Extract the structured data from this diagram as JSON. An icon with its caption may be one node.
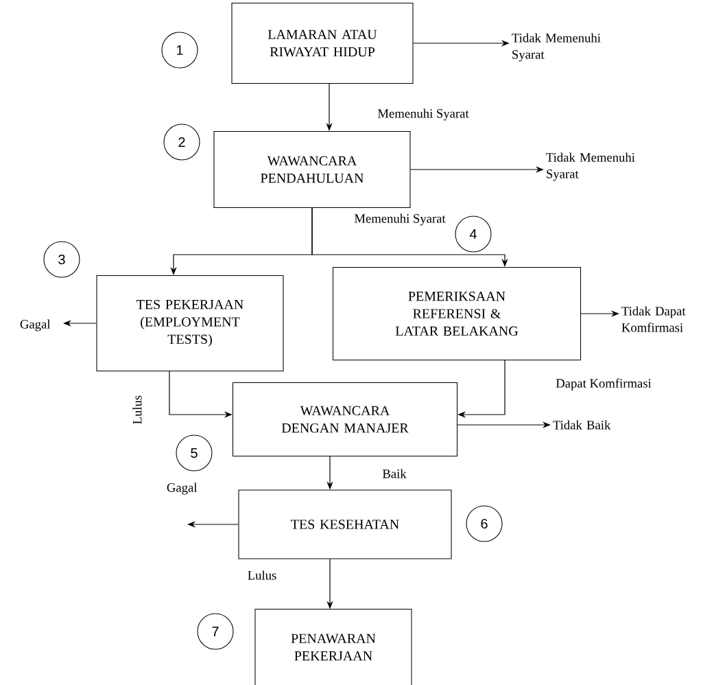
{
  "diagram": {
    "nodes": [
      {
        "text": [
          "1"
        ]
      },
      {
        "text": [
          "LAMARAN ATAU RIWAYAT HIDUP"
        ]
      },
      {
        "text": [
          "Tidak Memenuhi Syarat"
        ]
      },
      {
        "text": [
          "2"
        ]
      },
      {
        "text": [
          "WAWANCARA PENDAHULUAN"
        ]
      },
      {
        "text": [
          "Tidak Memenuhi Syarat"
        ]
      },
      {
        "text": [
          "3"
        ]
      },
      {
        "text": [
          "TES PEKERJAAN (EMPLOYMENT TESTS)"
        ]
      },
      {
        "text": [
          "Gagal"
        ]
      },
      {
        "text": [
          "4"
        ]
      },
      {
        "text": [
          "PEMERIKSAAN REFERENSI & LATAR BELAKANG"
        ]
      },
      {
        "text": [
          "Tidak Dapat Komfirmasi"
        ]
      },
      {
        "text": [
          "WAWANCARA DENGAN MANAJER"
        ]
      },
      {
        "text": [
          "5"
        ]
      },
      {
        "text": [
          "Tidak Baik"
        ]
      },
      {
        "text": [
          "TES KESEHATAN"
        ]
      },
      {
        "text": [
          "6"
        ]
      },
      {
        "text": [
          "Gagal"
        ]
      },
      {
        "text": [
          "7"
        ]
      },
      {
        "text": [
          "PENAWARAN PEKERJAAN"
        ]
      }
    ],
    "edges": [
      {
        "from": 1,
        "to": 2,
        "arrow": "to"
      },
      {
        "from": 1,
        "to": 4,
        "arrow": "to",
        "label": "Memenuhi Syarat"
      },
      {
        "from": 4,
        "to": 5,
        "arrow": "to"
      },
      {
        "from": 4,
        "to": 7,
        "arrow": "to"
      },
      {
        "from": 4,
        "to": 10,
        "arrow": "to",
        "label": "Memenuhi Syarat"
      },
      {
        "from": 7,
        "to": 8,
        "arrow": "to"
      },
      {
        "from": 10,
        "to": 11,
        "arrow": "to"
      },
      {
        "from": 7,
        "to": 12,
        "arrow": "to",
        "label": "Lulus"
      },
      {
        "from": 10,
        "to": 12,
        "arrow": "to",
        "label": "Dapat Komfirmasi"
      },
      {
        "from": 12,
        "to": 14,
        "arrow": "to"
      },
      {
        "from": 12,
        "to": 15,
        "arrow": "to",
        "label": "Baik"
      },
      {
        "from": 15,
        "to": 17,
        "arrow": "to"
      },
      {
        "from": 15,
        "to": 19,
        "arrow": "to",
        "label": "Lulus"
      }
    ]
  }
}
